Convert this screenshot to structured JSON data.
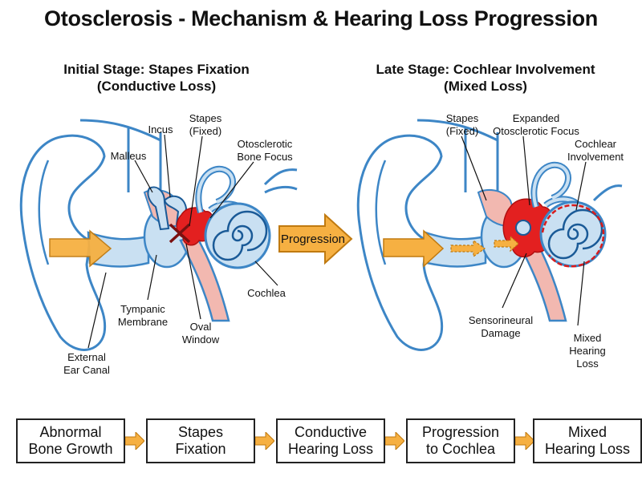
{
  "title": "Otosclerosis - Mechanism & Hearing Loss Progression",
  "left_panel": {
    "heading_line1": "Initial Stage: Stapes Fixation",
    "heading_line2": "(Conductive Loss)",
    "labels": {
      "incus": "Incus",
      "stapes_1": "Stapes",
      "stapes_2": "(Fixed)",
      "malleus": "Malleus",
      "focus_1": "Otosclerotic",
      "focus_2": "Bone Focus",
      "cochlea": "Cochlea",
      "tympanic_1": "Tympanic",
      "tympanic_2": "Membrane",
      "oval_1": "Oval",
      "oval_2": "Window",
      "canal_1": "External",
      "canal_2": "Ear Canal"
    }
  },
  "center_arrow": "Progression",
  "right_panel": {
    "heading_line1": "Late Stage: Cochlear Involvement",
    "heading_line2": "(Mixed Loss)",
    "labels": {
      "stapes_1": "Stapes",
      "stapes_2": "(Fixed)",
      "expanded_1": "Expanded",
      "expanded_2": "Otosclerotic Focus",
      "cochlear_1": "Cochlear",
      "cochlear_2": "Involvement",
      "sensori_1": "Sensorineural",
      "sensori_2": "Damage",
      "mixed_1": "Mixed",
      "mixed_2": "Hearing",
      "mixed_3": "Loss"
    }
  },
  "flow_steps": [
    {
      "line1": "Abnormal",
      "line2": "Bone Growth"
    },
    {
      "line1": "Stapes",
      "line2": "Fixation"
    },
    {
      "line1": "Conductive",
      "line2": "Hearing Loss"
    },
    {
      "line1": "Progression",
      "line2": "to Cochlea"
    },
    {
      "line1": "Mixed",
      "line2": "Hearing Loss"
    }
  ],
  "colors": {
    "bone_blue": "#c9e0f2",
    "tube_blue": "#3d86c6",
    "tissue_pink": "#f2b8b0",
    "focus_red": "#e32020",
    "arrow_orange": "#f6b042",
    "outline": "#1a5a97"
  }
}
